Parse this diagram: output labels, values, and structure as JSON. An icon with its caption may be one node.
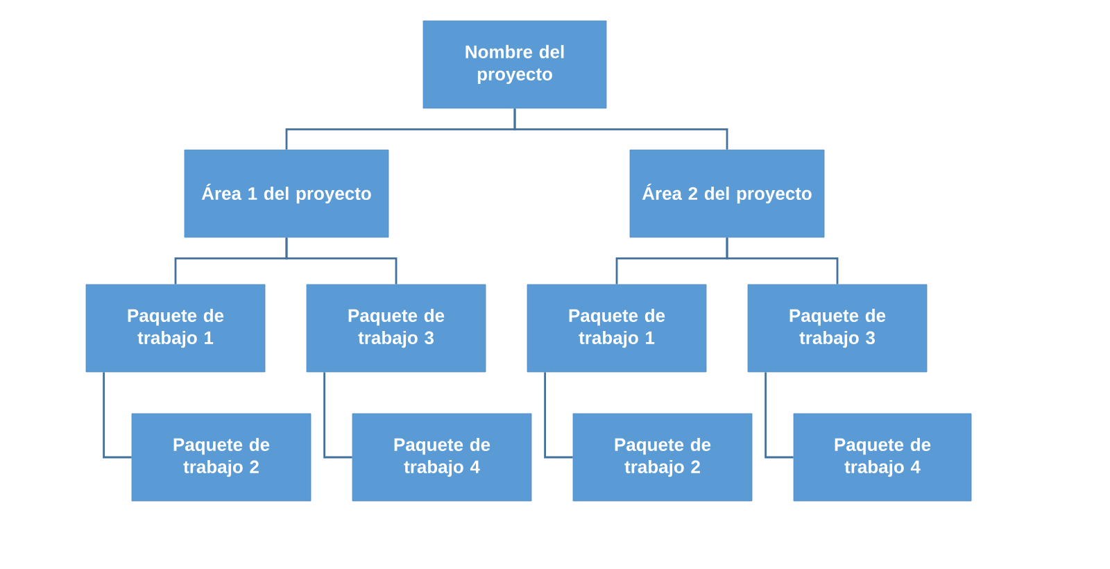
{
  "diagram": {
    "nodes": [
      {
        "text": [
          "Nombre del proyecto"
        ]
      },
      {
        "text": [
          "Área 1 del proyecto"
        ]
      },
      {
        "text": [
          "Área 2 del proyecto"
        ]
      },
      {
        "text": [
          "Paquete de trabajo 1"
        ]
      },
      {
        "text": [
          "Paquete de trabajo 3"
        ]
      },
      {
        "text": [
          "Paquete de trabajo 1"
        ]
      },
      {
        "text": [
          "Paquete de trabajo 3"
        ]
      },
      {
        "text": [
          "Paquete de trabajo 2"
        ]
      },
      {
        "text": [
          "Paquete de trabajo 4"
        ]
      },
      {
        "text": [
          "Paquete de trabajo 2"
        ]
      },
      {
        "text": [
          "Paquete de trabajo 4"
        ]
      }
    ],
    "edges": [
      {
        "from": 0,
        "to": 1,
        "arrow": "none"
      },
      {
        "from": 0,
        "to": 2,
        "arrow": "none"
      },
      {
        "from": 1,
        "to": 3,
        "arrow": "none"
      },
      {
        "from": 1,
        "to": 4,
        "arrow": "none"
      },
      {
        "from": 2,
        "to": 5,
        "arrow": "none"
      },
      {
        "from": 2,
        "to": 6,
        "arrow": "none"
      },
      {
        "from": 3,
        "to": 7,
        "arrow": "none"
      },
      {
        "from": 4,
        "to": 8,
        "arrow": "none"
      },
      {
        "from": 5,
        "to": 9,
        "arrow": "none"
      },
      {
        "from": 6,
        "to": 10,
        "arrow": "none"
      }
    ]
  }
}
